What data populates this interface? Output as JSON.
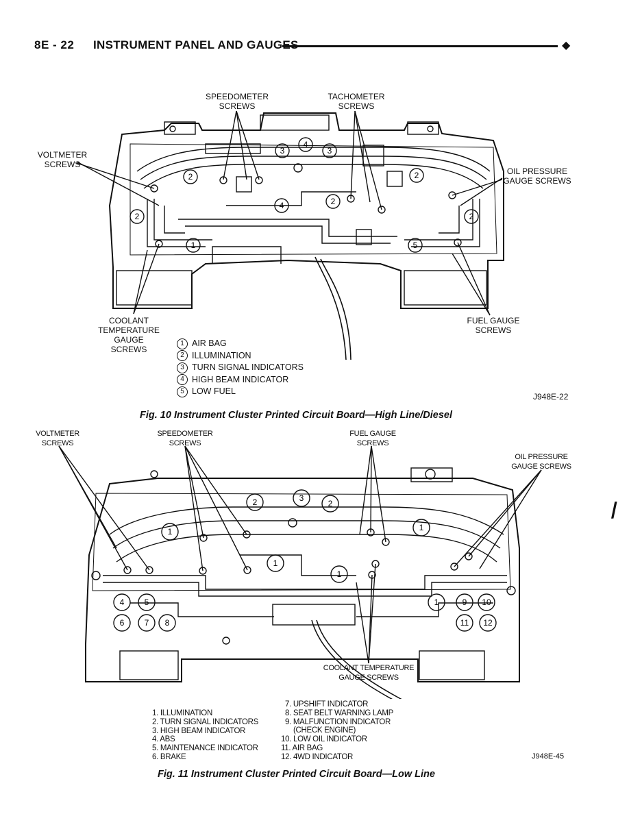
{
  "header": {
    "page_number": "8E - 22",
    "section_title": "INSTRUMENT PANEL AND GAUGES",
    "marker": "◆"
  },
  "figure10": {
    "labels": {
      "speedometer": "SPEEDOMETER\nSCREWS",
      "tachometer": "TACHOMETER\nSCREWS",
      "voltmeter": "VOLTMETER\nSCREWS",
      "oil_pressure": "OIL PRESSURE\nGAUGE SCREWS",
      "coolant": "COOLANT\nTEMPERATURE\nGAUGE\nSCREWS",
      "fuel": "FUEL GAUGE\nSCREWS"
    },
    "legend": [
      {
        "num": "1",
        "text": "AIR BAG"
      },
      {
        "num": "2",
        "text": "ILLUMINATION"
      },
      {
        "num": "3",
        "text": "TURN SIGNAL INDICATORS"
      },
      {
        "num": "4",
        "text": "HIGH BEAM INDICATOR"
      },
      {
        "num": "5",
        "text": "LOW FUEL"
      }
    ],
    "code": "J948E-22",
    "caption": "Fig. 10 Instrument Cluster Printed Circuit Board—High Line/Diesel"
  },
  "figure11": {
    "labels": {
      "voltmeter": "VOLTMETER\nSCREWS",
      "speedometer": "SPEEDOMETER\nSCREWS",
      "fuel": "FUEL GAUGE\nSCREWS",
      "oil_pressure": "OIL PRESSURE\nGAUGE SCREWS",
      "coolant": "COOLANT TEMPERATURE\nGAUGE SCREWS"
    },
    "legend_left": [
      "1. ILLUMINATION",
      "2. TURN SIGNAL INDICATORS",
      "3. HIGH BEAM INDICATOR",
      "4. ABS",
      "5. MAINTENANCE INDICATOR",
      "6. BRAKE"
    ],
    "legend_right": [
      "7. UPSHIFT INDICATOR",
      "8. SEAT BELT WARNING LAMP",
      "9. MALFUNCTION INDICATOR",
      "(CHECK ENGINE)",
      "10. LOW OIL INDICATOR",
      "11. AIR BAG",
      "12. 4WD INDICATOR"
    ],
    "code": "J948E-45",
    "caption": "Fig. 11 Instrument Cluster Printed Circuit Board—Low Line"
  }
}
